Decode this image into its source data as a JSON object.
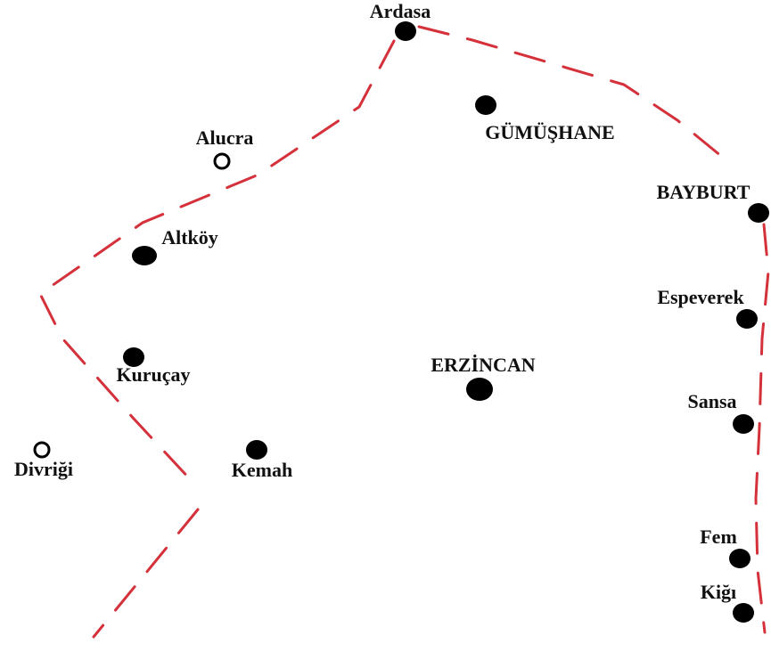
{
  "colors": {
    "background": "#ffffff",
    "border": "#d4313b",
    "marker": "#000000",
    "hollow_marker_stroke": "#000000"
  },
  "places": [
    {
      "id": "ardasa",
      "name": "Ardasa",
      "marker": "filled-dot"
    },
    {
      "id": "gumushane",
      "name": "GÜMÜŞHANE",
      "marker": "filled-dot"
    },
    {
      "id": "alucra",
      "name": "Alucra",
      "marker": "hollow-circle"
    },
    {
      "id": "bayburt",
      "name": "BAYBURT",
      "marker": "filled-dot"
    },
    {
      "id": "altkoy",
      "name": "Altköy",
      "marker": "filled-dot"
    },
    {
      "id": "espeverek",
      "name": "Espeverek",
      "marker": "filled-dot"
    },
    {
      "id": "erzincan",
      "name": "ERZİNCAN",
      "marker": "filled-dot"
    },
    {
      "id": "kurucay",
      "name": "Kuruçay",
      "marker": "filled-dot"
    },
    {
      "id": "sansa",
      "name": "Sansa",
      "marker": "filled-dot"
    },
    {
      "id": "divrigi",
      "name": "Divriği",
      "marker": "hollow-circle"
    },
    {
      "id": "kemah",
      "name": "Kemah",
      "marker": "filled-dot"
    },
    {
      "id": "fem",
      "name": "Fem",
      "marker": "filled-dot"
    },
    {
      "id": "kigi",
      "name": "Kiğı",
      "marker": "filled-dot"
    }
  ],
  "border_line": {
    "style": "dashed"
  }
}
